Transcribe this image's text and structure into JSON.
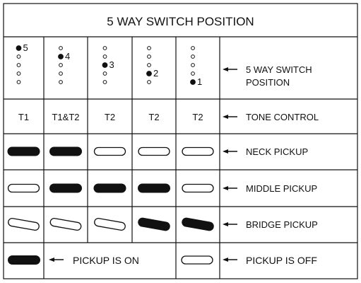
{
  "title": "5 WAY SWITCH POSITION",
  "colors": {
    "ink": "#111111",
    "background": "#ffffff"
  },
  "rows": {
    "switch_label": "5 WAY SWITCH\nPOSITION",
    "tone_label": "TONE CONTROL",
    "neck_label": "NECK PICKUP",
    "middle_label": "MIDDLE PICKUP",
    "bridge_label": "BRIDGE PICKUP"
  },
  "positions": [
    {
      "number": "5",
      "tone": "T1",
      "neck": "on",
      "middle": "off",
      "bridge": "off"
    },
    {
      "number": "4",
      "tone": "T1&T2",
      "neck": "on",
      "middle": "on",
      "bridge": "off"
    },
    {
      "number": "3",
      "tone": "T2",
      "neck": "off",
      "middle": "on",
      "bridge": "off"
    },
    {
      "number": "2",
      "tone": "T2",
      "neck": "off",
      "middle": "on",
      "bridge": "on"
    },
    {
      "number": "1",
      "tone": "T2",
      "neck": "off",
      "middle": "off",
      "bridge": "on"
    }
  ],
  "legend": {
    "on_label": "PICKUP IS ON",
    "off_label": "PICKUP IS OFF"
  }
}
